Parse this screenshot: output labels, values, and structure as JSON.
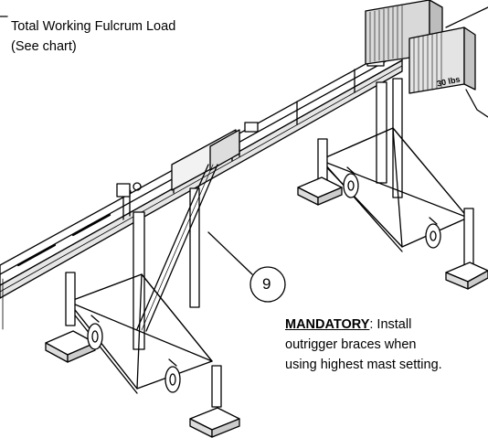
{
  "labels": {
    "fulcrum_line1": "Total Working Fulcrum Load",
    "fulcrum_line2": "(See chart)",
    "mandatory_heading": "MANDATORY",
    "mandatory_line1_rest": ": Install",
    "mandatory_line2": "outrigger braces when",
    "mandatory_line3": "using highest mast setting."
  },
  "callouts": {
    "brace": "9"
  },
  "weights": {
    "front_label": "30 lbs"
  }
}
